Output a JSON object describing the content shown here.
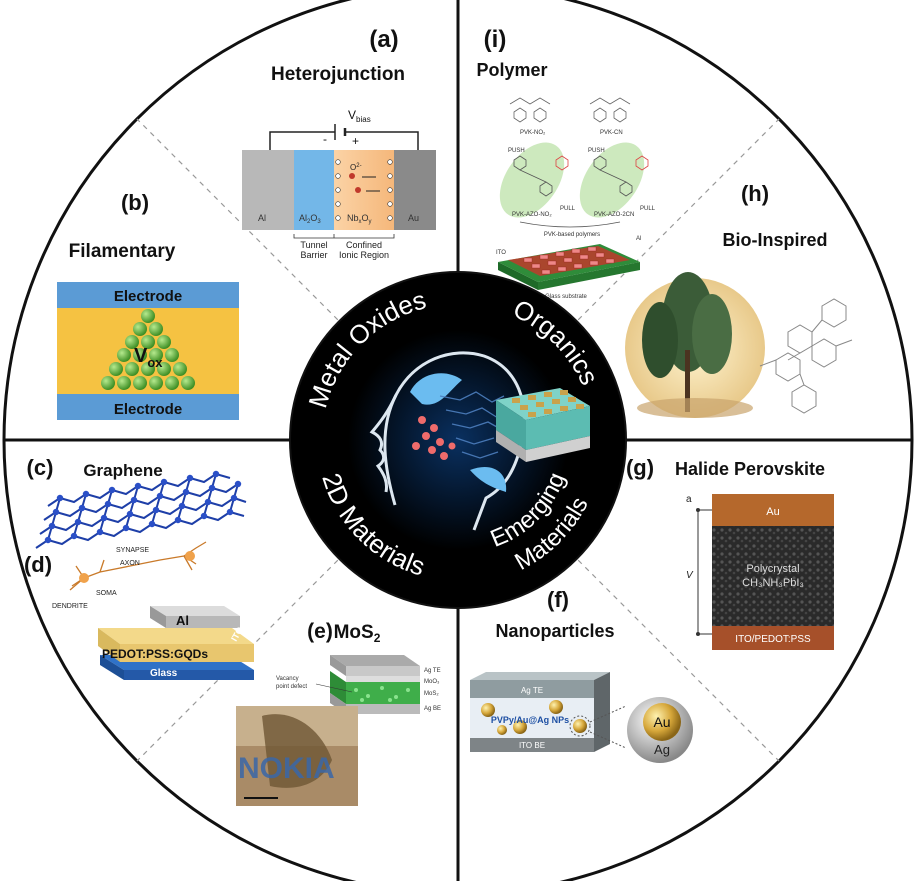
{
  "center": {
    "categories": [
      "Metal Oxides",
      "Organics",
      "2D Materials",
      "Emerging",
      "Materials"
    ]
  },
  "panels": {
    "a": {
      "tag": "(a)",
      "title": "Heterojunction",
      "vbias": "V",
      "vbias_sub": "bias",
      "minus": "-",
      "plus": "+",
      "ion": "O",
      "ion_charge": "2-",
      "layers": [
        "Al",
        "Al",
        "Nb",
        "Au"
      ],
      "al2o3_sub": [
        "2",
        "3"
      ],
      "nbo_sub": [
        "x",
        "y"
      ],
      "o_label": "O",
      "captions": [
        "Tunnel",
        "Barrier",
        "Confined",
        "Ionic Region"
      ]
    },
    "b": {
      "tag": "(b)",
      "title": "Filamentary",
      "top": "Electrode",
      "bottom": "Electrode",
      "v": "V",
      "v_sub": "ox"
    },
    "c": {
      "tag": "(c)",
      "title": "Graphene"
    },
    "d": {
      "tag": "(d)",
      "synapse": "SYNAPSE",
      "axon": "AXON",
      "soma": "SOMA",
      "dendrite": "DENDRITE",
      "al": "Al",
      "layer": "PEDOT:PSS:GQDs",
      "glass": "Glass",
      "ito": "ITO"
    },
    "e": {
      "tag": "(e)",
      "title": "MoS",
      "title_sub": "2",
      "stack": [
        "Ag TE",
        "MoO₃",
        "MoS₂",
        "Ag BE"
      ],
      "vacancy": [
        "Vacancy",
        "point defect"
      ],
      "logo": "NOKIA"
    },
    "f": {
      "tag": "(f)",
      "title": "Nanoparticles",
      "te": "Ag TE",
      "np": "PVPy/Au@Ag NPs",
      "be": "ITO BE",
      "core": "Au",
      "shell": "Ag"
    },
    "g": {
      "tag": "(g)",
      "title": "Halide  Perovskite",
      "au": "Au",
      "a": "a",
      "v": "V",
      "poly": "Polycrystal",
      "formula": "CH₃NH₃PbI₃",
      "ito": "ITO/PEDOT:PSS"
    },
    "h": {
      "tag": "(h)",
      "title": "Bio-Inspired"
    },
    "i": {
      "tag": "(i)",
      "title": "Polymer",
      "structs": [
        "PVK-NO₂",
        "PVK-CN"
      ],
      "push": [
        "PUSH",
        "PUSH"
      ],
      "pull": [
        "PULL",
        "PULL"
      ],
      "variants": [
        "PVK-AZO-NO₂",
        "PVK-AZO-2CN"
      ],
      "caption": "PVK-based polymers",
      "ito": "ITO",
      "al": "Al",
      "substrate": "Glass substrate"
    }
  },
  "colors": {
    "electrode": "#5b9bd5",
    "gold_layer": "#f5c242",
    "green_sphere": "#6abf45",
    "ring": "#111111",
    "brown": "#a0522d"
  }
}
